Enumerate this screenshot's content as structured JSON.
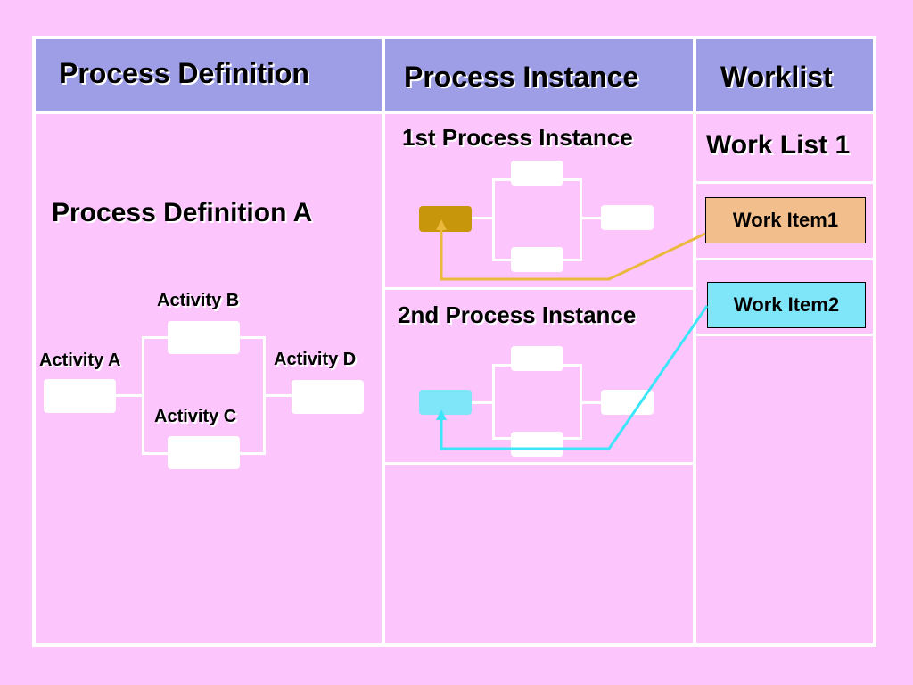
{
  "headers": {
    "process_definition": "Process Definition",
    "process_instance": "Process Instance",
    "worklist": "Worklist"
  },
  "definition": {
    "title": "Process Definition A",
    "activities": {
      "a": "Activity A",
      "b": "Activity B",
      "c": "Activity C",
      "d": "Activity D"
    }
  },
  "instances": {
    "first": "1st Process Instance",
    "second": "2nd Process Instance"
  },
  "worklist": {
    "title": "Work List 1",
    "items": [
      "Work Item1",
      "Work Item2"
    ]
  },
  "colors": {
    "background": "#fcc5fc",
    "header": "#9e9ee6",
    "active_first": "#c8960a",
    "active_second": "#7fe5f8",
    "work_item1": "#f2be8c",
    "work_item2": "#7fe5f8",
    "link_first": "#eab93c",
    "link_second": "#3ce6f8"
  }
}
